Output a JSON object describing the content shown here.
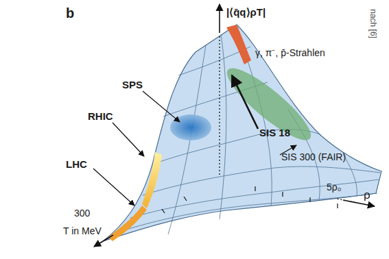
{
  "diagram": {
    "labels": [
      "b",
      "|⟨q̄q⟩ρT|",
      "nach [6]",
      "γ, π⁻, p̄-Strahlen",
      "SPS",
      "SIS 18",
      "SIS 300 (FAIR)",
      "RHIC",
      "LHC",
      "300",
      "T in MeV",
      "5ρ₀",
      "ρ"
    ]
  }
}
